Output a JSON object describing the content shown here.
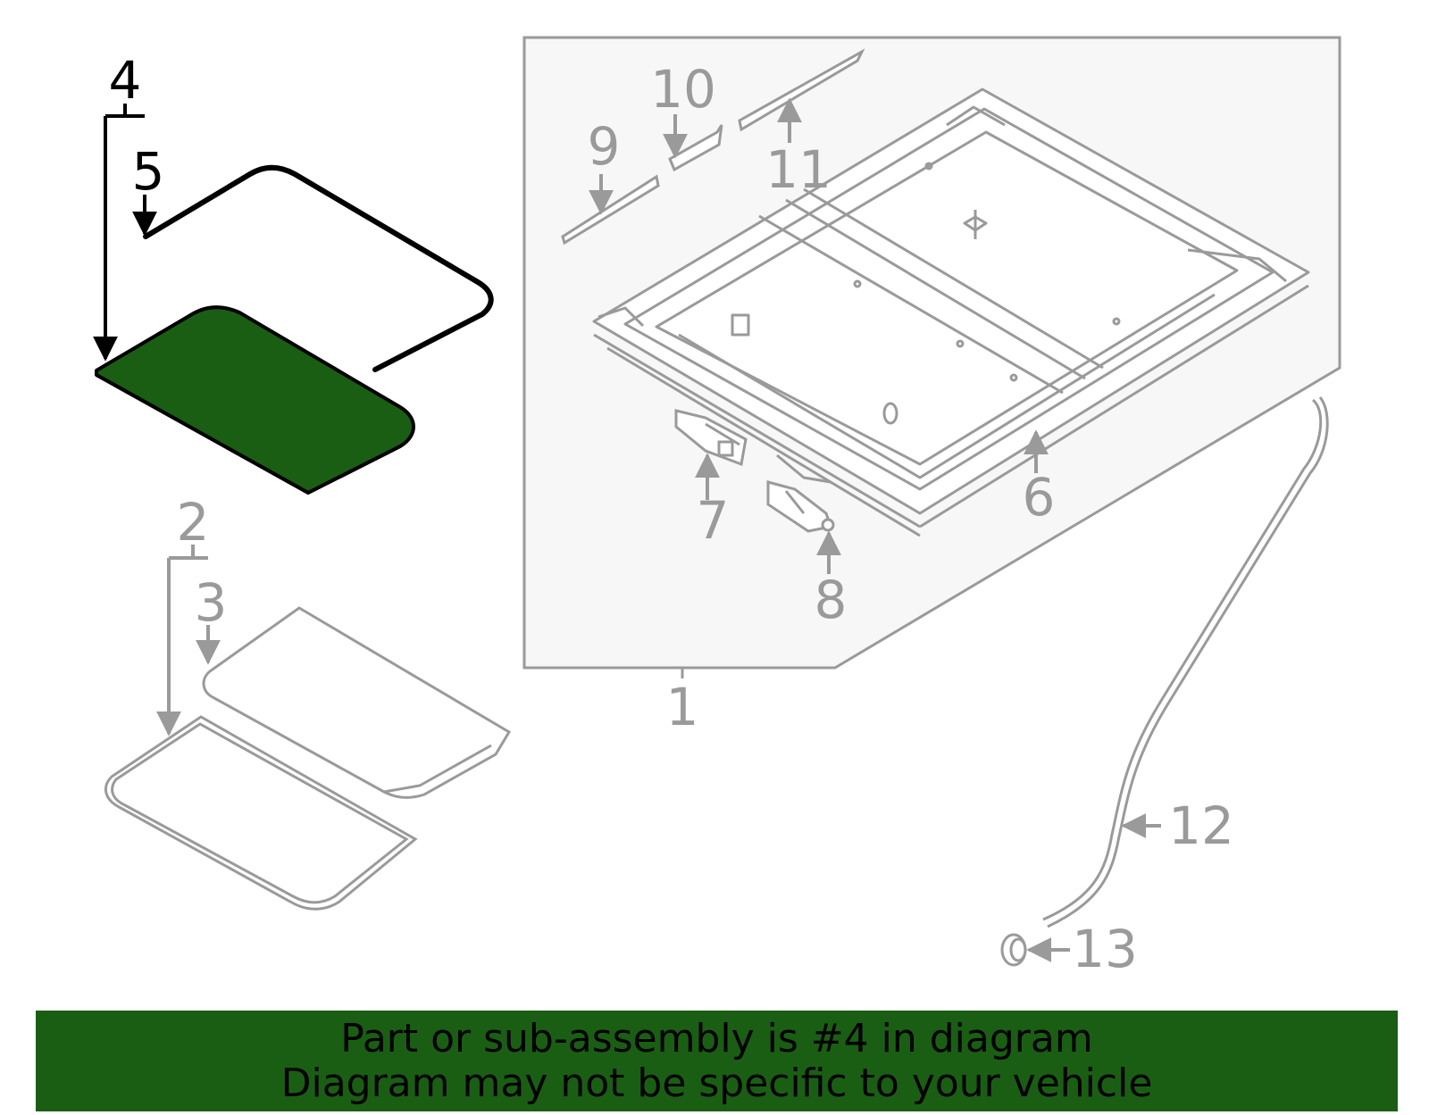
{
  "callouts": {
    "c1": "1",
    "c2": "2",
    "c3": "3",
    "c4": "4",
    "c5": "5",
    "c6": "6",
    "c7": "7",
    "c8": "8",
    "c9": "9",
    "c10": "10",
    "c11": "11",
    "c12": "12",
    "c13": "13"
  },
  "highlighted_part": "4",
  "banner": {
    "line1": "Part or sub-assembly is #4 in diagram",
    "line2": "Diagram may not be specific to your vehicle"
  },
  "colors": {
    "highlight_fill": "#1a5e14",
    "banner_bg": "#1a5e14",
    "line_active": "#000000",
    "line_dim": "#9a9a9a",
    "assembly_box_fill": "#f7f7f7"
  }
}
